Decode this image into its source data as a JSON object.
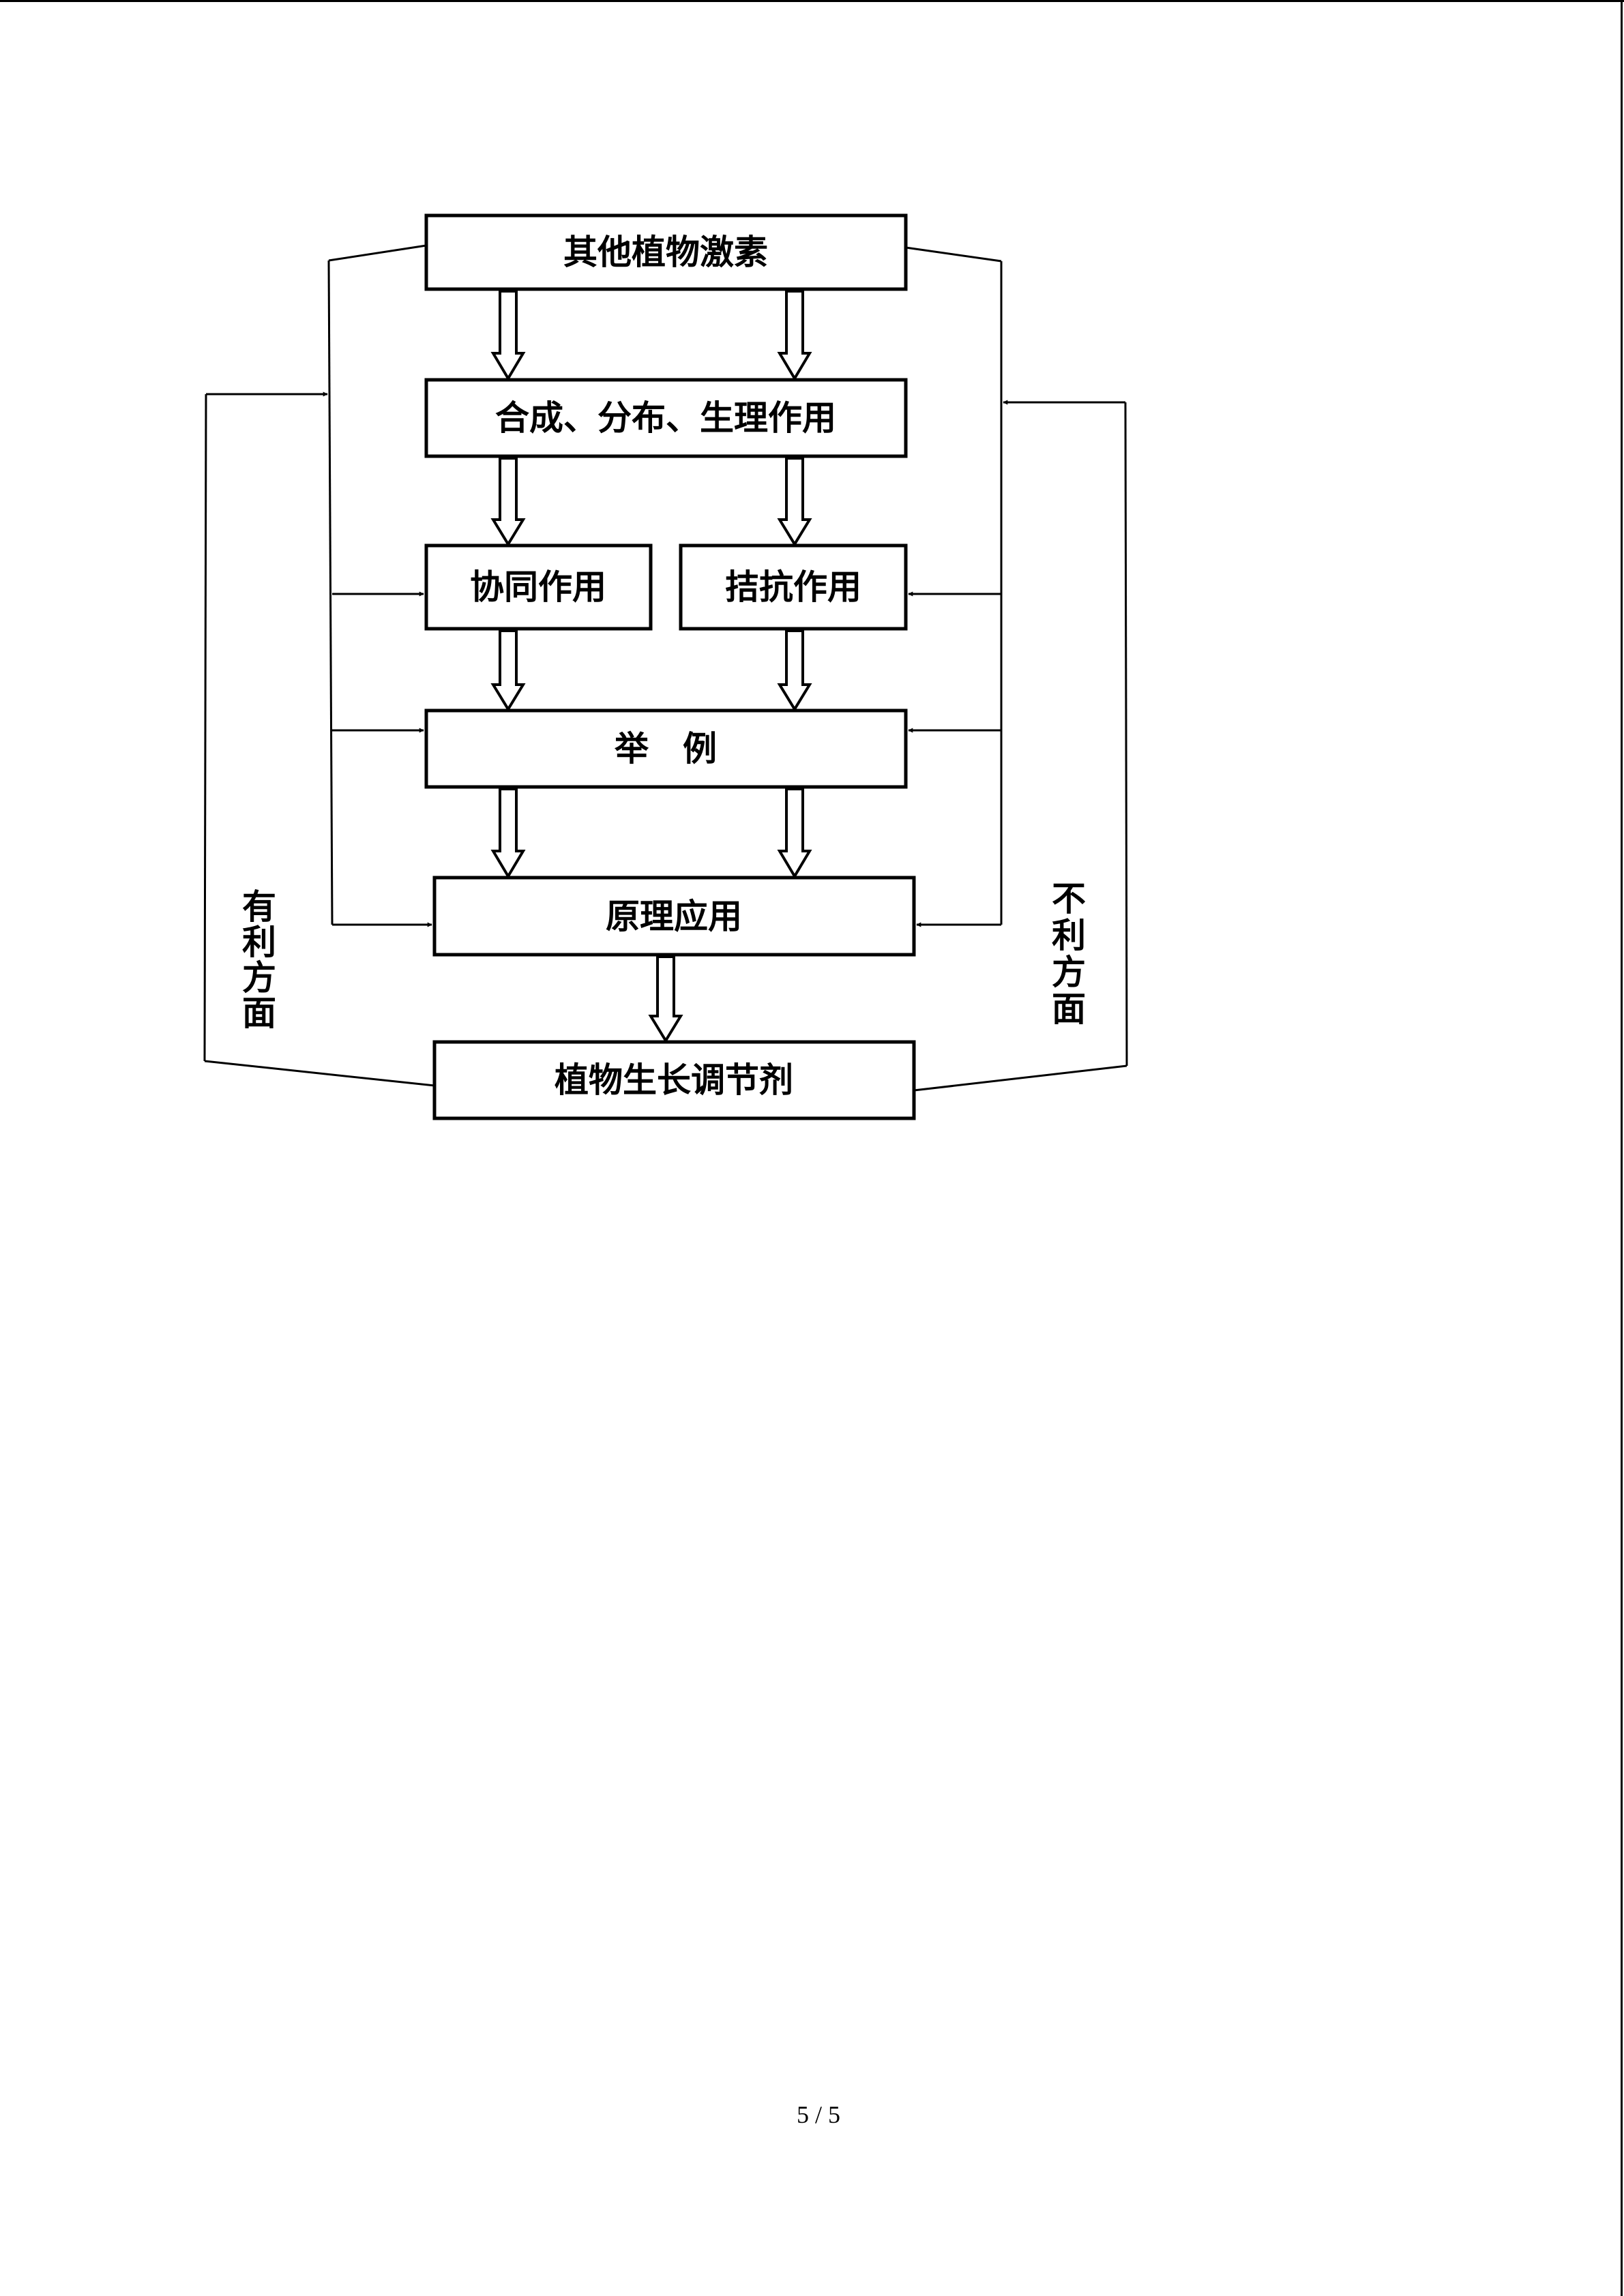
{
  "diagram": {
    "nodes": {
      "other_hormones": "其他植物激素",
      "synthesis": "合成、分布、生理作用",
      "synergy": "协同作用",
      "antagonism": "拮抗作用",
      "example": "举　例",
      "application": "原理应用",
      "regulator": "植物生长调节剂"
    },
    "side_labels": {
      "favorable": [
        "有",
        "利",
        "方",
        "面"
      ],
      "unfavorable": [
        "不",
        "利",
        "方",
        "面"
      ]
    }
  },
  "footer": {
    "page_number": "5 / 5"
  }
}
